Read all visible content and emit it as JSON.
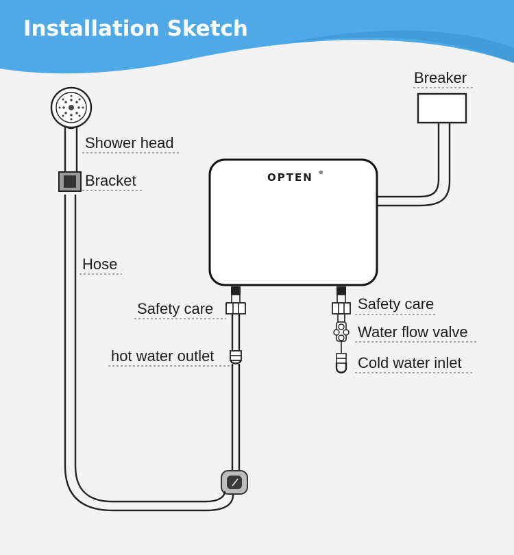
{
  "header": {
    "title": "Installation Sketch"
  },
  "diagram": {
    "brand": "OPTEN",
    "labels": {
      "breaker": "Breaker",
      "shower_head": "Shower head",
      "bracket": "Bracket",
      "hose": "Hose",
      "safety_care_left": "Safety care",
      "hot_water_outlet": "hot water outlet",
      "safety_care_right": "Safety care",
      "water_flow_valve": "Water flow valve",
      "cold_water_inlet": "Cold water inlet"
    }
  },
  "colors": {
    "header_blue": "#4fa9e6",
    "background": "#f3f3f3",
    "line": "#222222"
  }
}
